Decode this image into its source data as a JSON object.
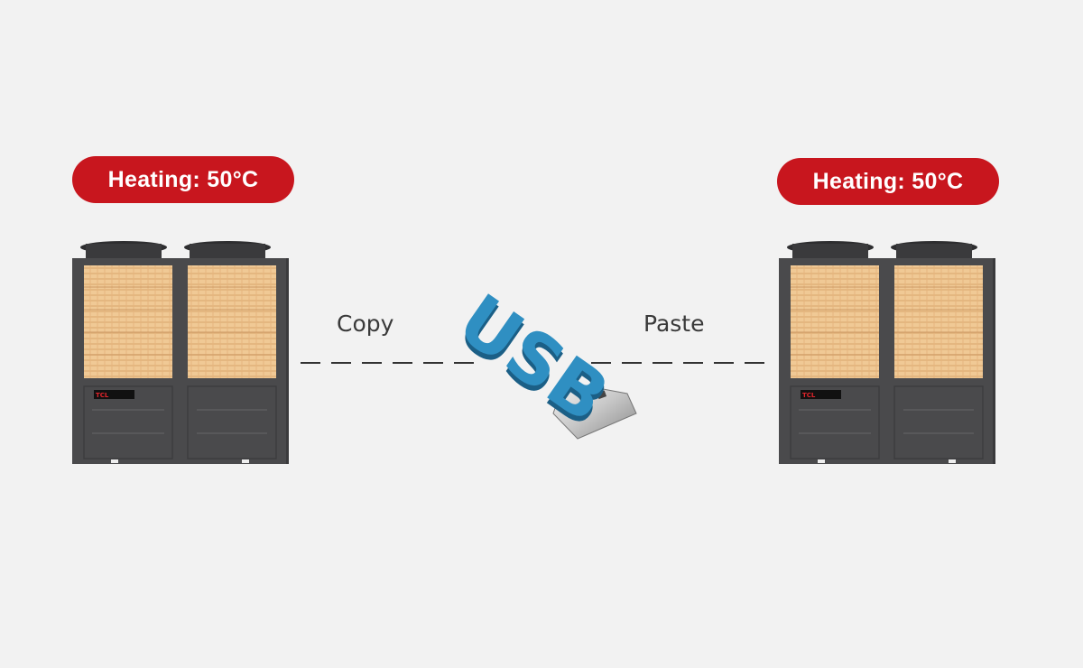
{
  "left_unit": {
    "badge": "Heating: 50°C",
    "brand": "TCL"
  },
  "right_unit": {
    "badge": "Heating: 50°C",
    "brand": "TCL"
  },
  "copy_label": "Copy",
  "paste_label": "Paste",
  "usb_text": "USB",
  "colors": {
    "badge": "#c8161e",
    "cabinet": "#4a4a4c",
    "coil": "#e8c08a",
    "usb": "#2f8fc2",
    "background": "#f2f2f2"
  }
}
